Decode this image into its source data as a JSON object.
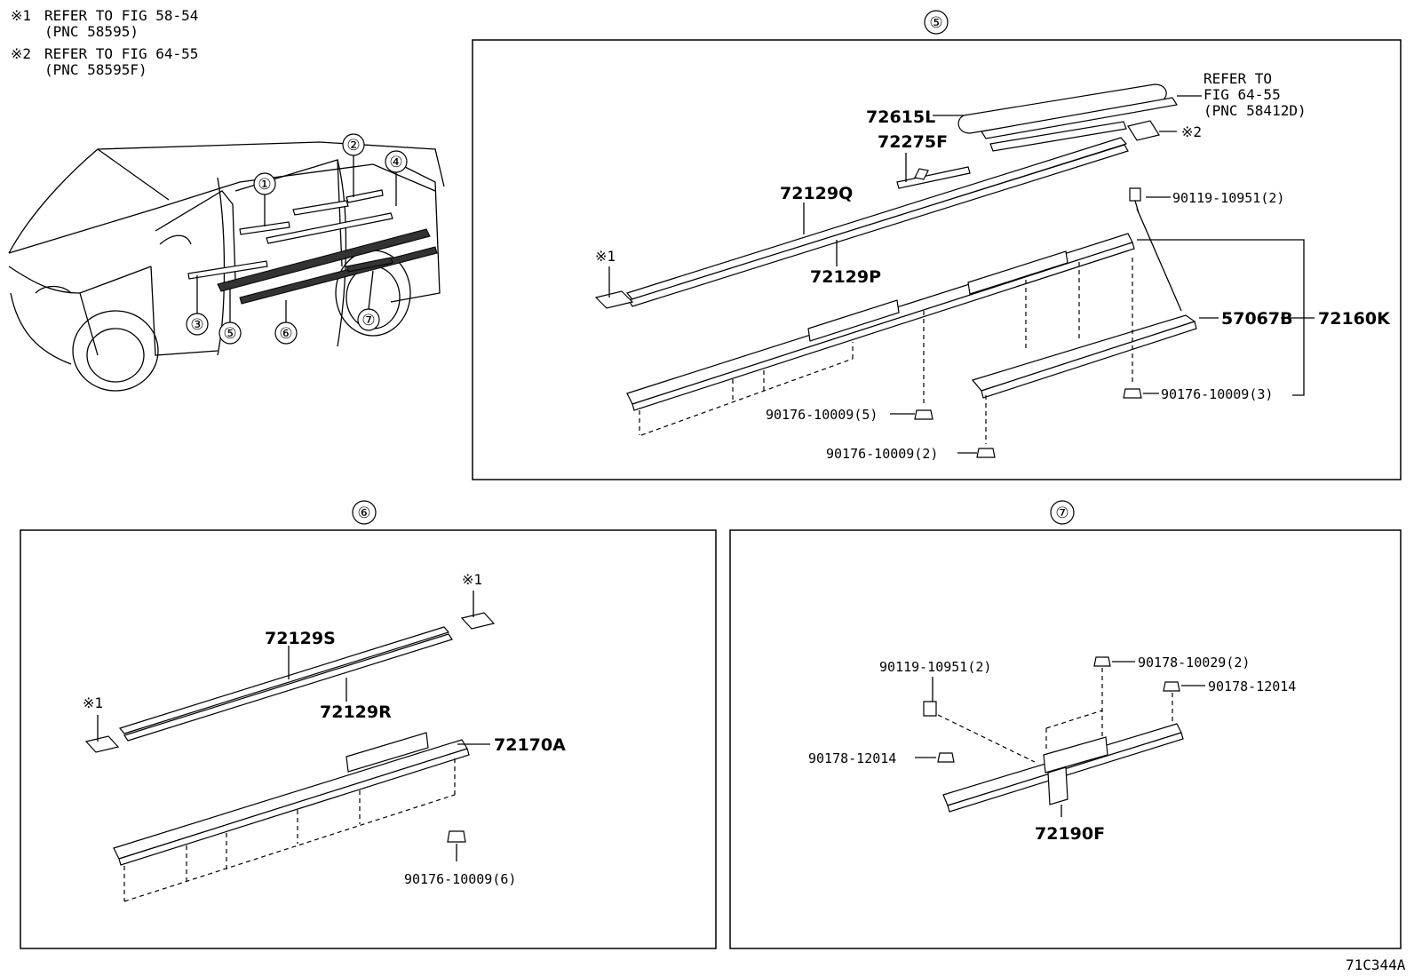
{
  "notes": [
    {
      "mark": "※1",
      "line1": "REFER TO FIG 58-54",
      "line2": "(PNC 58595)"
    },
    {
      "mark": "※2",
      "line1": "REFER TO FIG 64-55",
      "line2": "(PNC 58595F)"
    }
  ],
  "overview_callouts": [
    "①",
    "②",
    "③",
    "④",
    "⑤",
    "⑥",
    "⑦"
  ],
  "panel5": {
    "title": "⑤",
    "refer": [
      "REFER TO",
      "FIG 64-55",
      "(PNC 58412D)"
    ],
    "parts": {
      "p72615L": "72615L",
      "p72275F": "72275F",
      "p72129Q": "72129Q",
      "p72129P": "72129P",
      "p57067B": "57067B",
      "p72160K": "72160K",
      "bolt": "90119-10951(2)",
      "clip5": "90176-10009(5)",
      "clip2": "90176-10009(2)",
      "clip3": "90176-10009(3)",
      "ref1": "※1",
      "ref2": "※2"
    }
  },
  "panel6": {
    "title": "⑥",
    "parts": {
      "p72129S": "72129S",
      "p72129R": "72129R",
      "p72170A": "72170A",
      "clip6": "90176-10009(6)",
      "ref1a": "※1",
      "ref1b": "※1"
    }
  },
  "panel7": {
    "title": "⑦",
    "parts": {
      "bolt": "90119-10951(2)",
      "nut2": "90178-10029(2)",
      "nutA": "90178-12014",
      "nutB": "90178-12014",
      "p72190F": "72190F"
    }
  },
  "figure_code": "71C344A"
}
